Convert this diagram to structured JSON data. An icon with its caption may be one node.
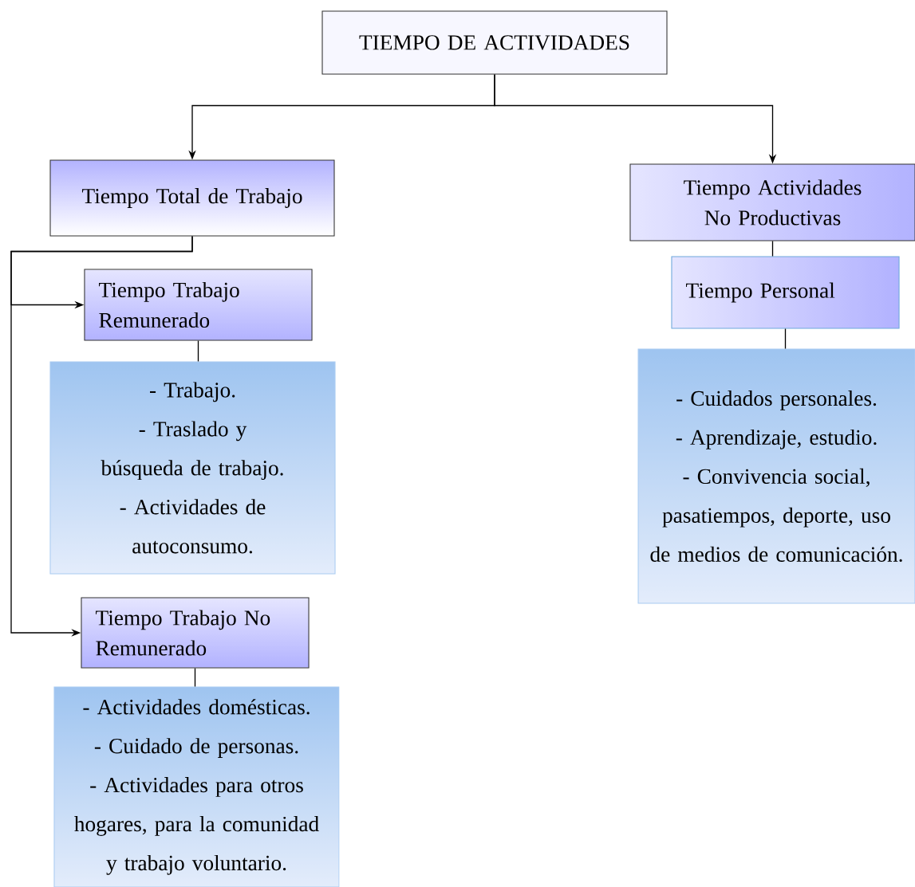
{
  "diagram": {
    "nodes": [
      {
        "text": [
          "TIEMPO DE ACTIVIDADES"
        ]
      },
      {
        "text": [
          "Tiempo Total de Trabajo"
        ]
      },
      {
        "text": [
          "Tiempo Actividades No Productivas"
        ]
      },
      {
        "text": [
          "Tiempo Trabajo Remunerado"
        ]
      },
      {
        "text": [
          "- Trabajo.",
          "- Traslado y búsqueda de trabajo.",
          "- Actividades de autoconsumo."
        ]
      },
      {
        "text": [
          "Tiempo Trabajo No Remunerado"
        ]
      },
      {
        "text": [
          "- Actividades domésticas.",
          "- Cuidado de personas.",
          "- Actividades para otros hogares, para la comunidad y trabajo voluntario."
        ]
      },
      {
        "text": [
          "Tiempo Personal"
        ]
      },
      {
        "text": [
          "- Cuidados personales.",
          "- Aprendizaje, estudio.",
          "- Convivencia social, pasatiempos, deporte, uso de medios de comunicación."
        ]
      }
    ],
    "edges": [
      {
        "from": 0,
        "to": 1,
        "arrow": "to"
      },
      {
        "from": 0,
        "to": 2,
        "arrow": "to"
      },
      {
        "from": 1,
        "to": 3,
        "arrow": "to"
      },
      {
        "from": 1,
        "to": 5,
        "arrow": "to"
      },
      {
        "from": 3,
        "to": 4,
        "arrow": "none"
      },
      {
        "from": 5,
        "to": 6,
        "arrow": "none"
      },
      {
        "from": 2,
        "to": 7,
        "arrow": "none"
      },
      {
        "from": 7,
        "to": 8,
        "arrow": "none"
      }
    ]
  }
}
